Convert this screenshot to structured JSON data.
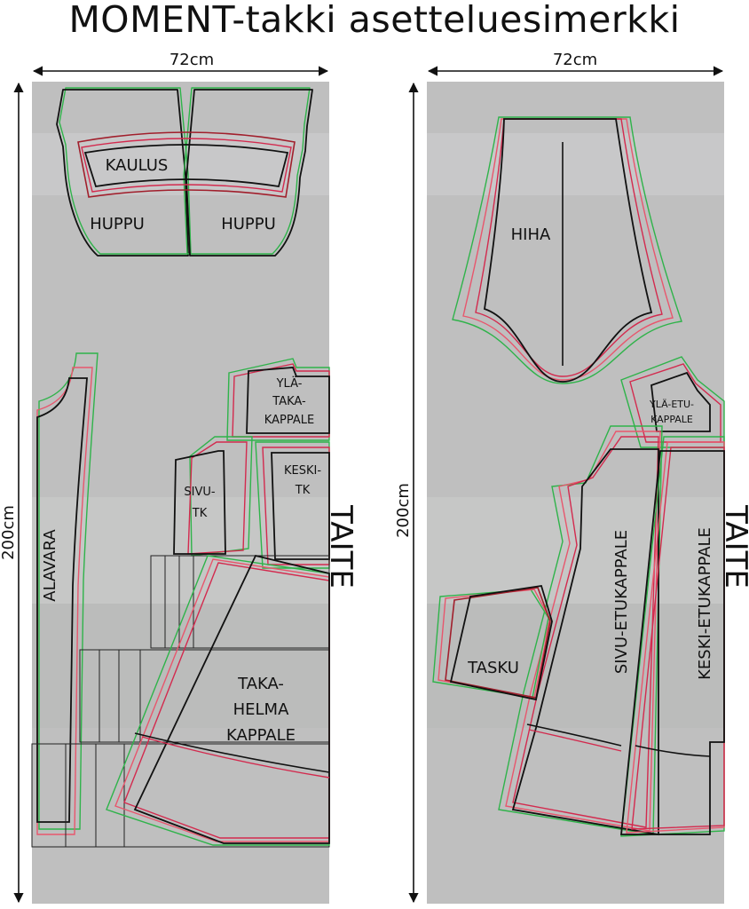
{
  "title": "MOMENT-takki asetteluesimerkki",
  "colors": {
    "fabric": "#bfbfbf",
    "outline": "#111111",
    "size_lines": [
      "#2fb34a",
      "#e8566d",
      "#d32a4e",
      "#a11f2c"
    ]
  },
  "panels": [
    {
      "width_label": "72cm",
      "height_label": "200cm",
      "fold_label": "TAITE",
      "pieces": {
        "kaulus": "KAULUS",
        "huppu_left": "HUPPU",
        "huppu_right": "HUPPU",
        "yla_taka_1": "YLÄ-",
        "yla_taka_2": "TAKA-",
        "yla_taka_3": "KAPPALE",
        "keski_tk_1": "KESKI-",
        "keski_tk_2": "TK",
        "sivu_tk_1": "SIVU-",
        "sivu_tk_2": "TK",
        "alavara": "ALAVARA",
        "takahelma_1": "TAKA-",
        "takahelma_2": "HELMA",
        "takahelma_3": "KAPPALE"
      }
    },
    {
      "width_label": "72cm",
      "height_label": "200cm",
      "fold_label": "TAITE",
      "pieces": {
        "hiha": "HIHA",
        "yla_etu_1": "YLÄ-ETU-",
        "yla_etu_2": "KAPPALE",
        "sivu_etu": "SIVU-ETUKAPPALE",
        "keski_etu": "KESKI-ETUKAPPALE",
        "tasku": "TASKU"
      }
    }
  ]
}
